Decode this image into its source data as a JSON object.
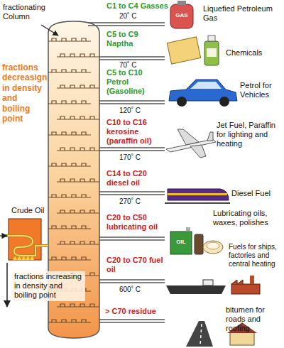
{
  "diagram": {
    "labels": [
      "fractionating Column",
      "C1 to C4 Gasses",
      "20˚ C",
      "Liquefied Petroleum Gas",
      "GAS",
      "C5 to C9 Naptha",
      "70˚ C",
      "Chemicals",
      "C5 to C10 Petrol (Gasoline)",
      "Petrol for Vehicles",
      "120˚ C",
      "C10 to C16 kerosine (paraffin oil)",
      "Jet Fuel, Paraffin for lighting and heating",
      "170˚ C",
      "C14 to C20 diesel oil",
      "Diesel Fuel",
      "270˚ C",
      "C20 to C50 lubricating oil",
      "Lubricating oils, waxes, polishes",
      "OIL",
      "Fuels for ships, factories and central heating",
      "C20 to C70 fuel oil",
      "600˚ C",
      "> C70 residue",
      "bitumen for roads and roofing",
      "fractions decreasign in density and boiling point",
      "Crude Oil",
      "fractions increasing in density and boiling point"
    ]
  }
}
